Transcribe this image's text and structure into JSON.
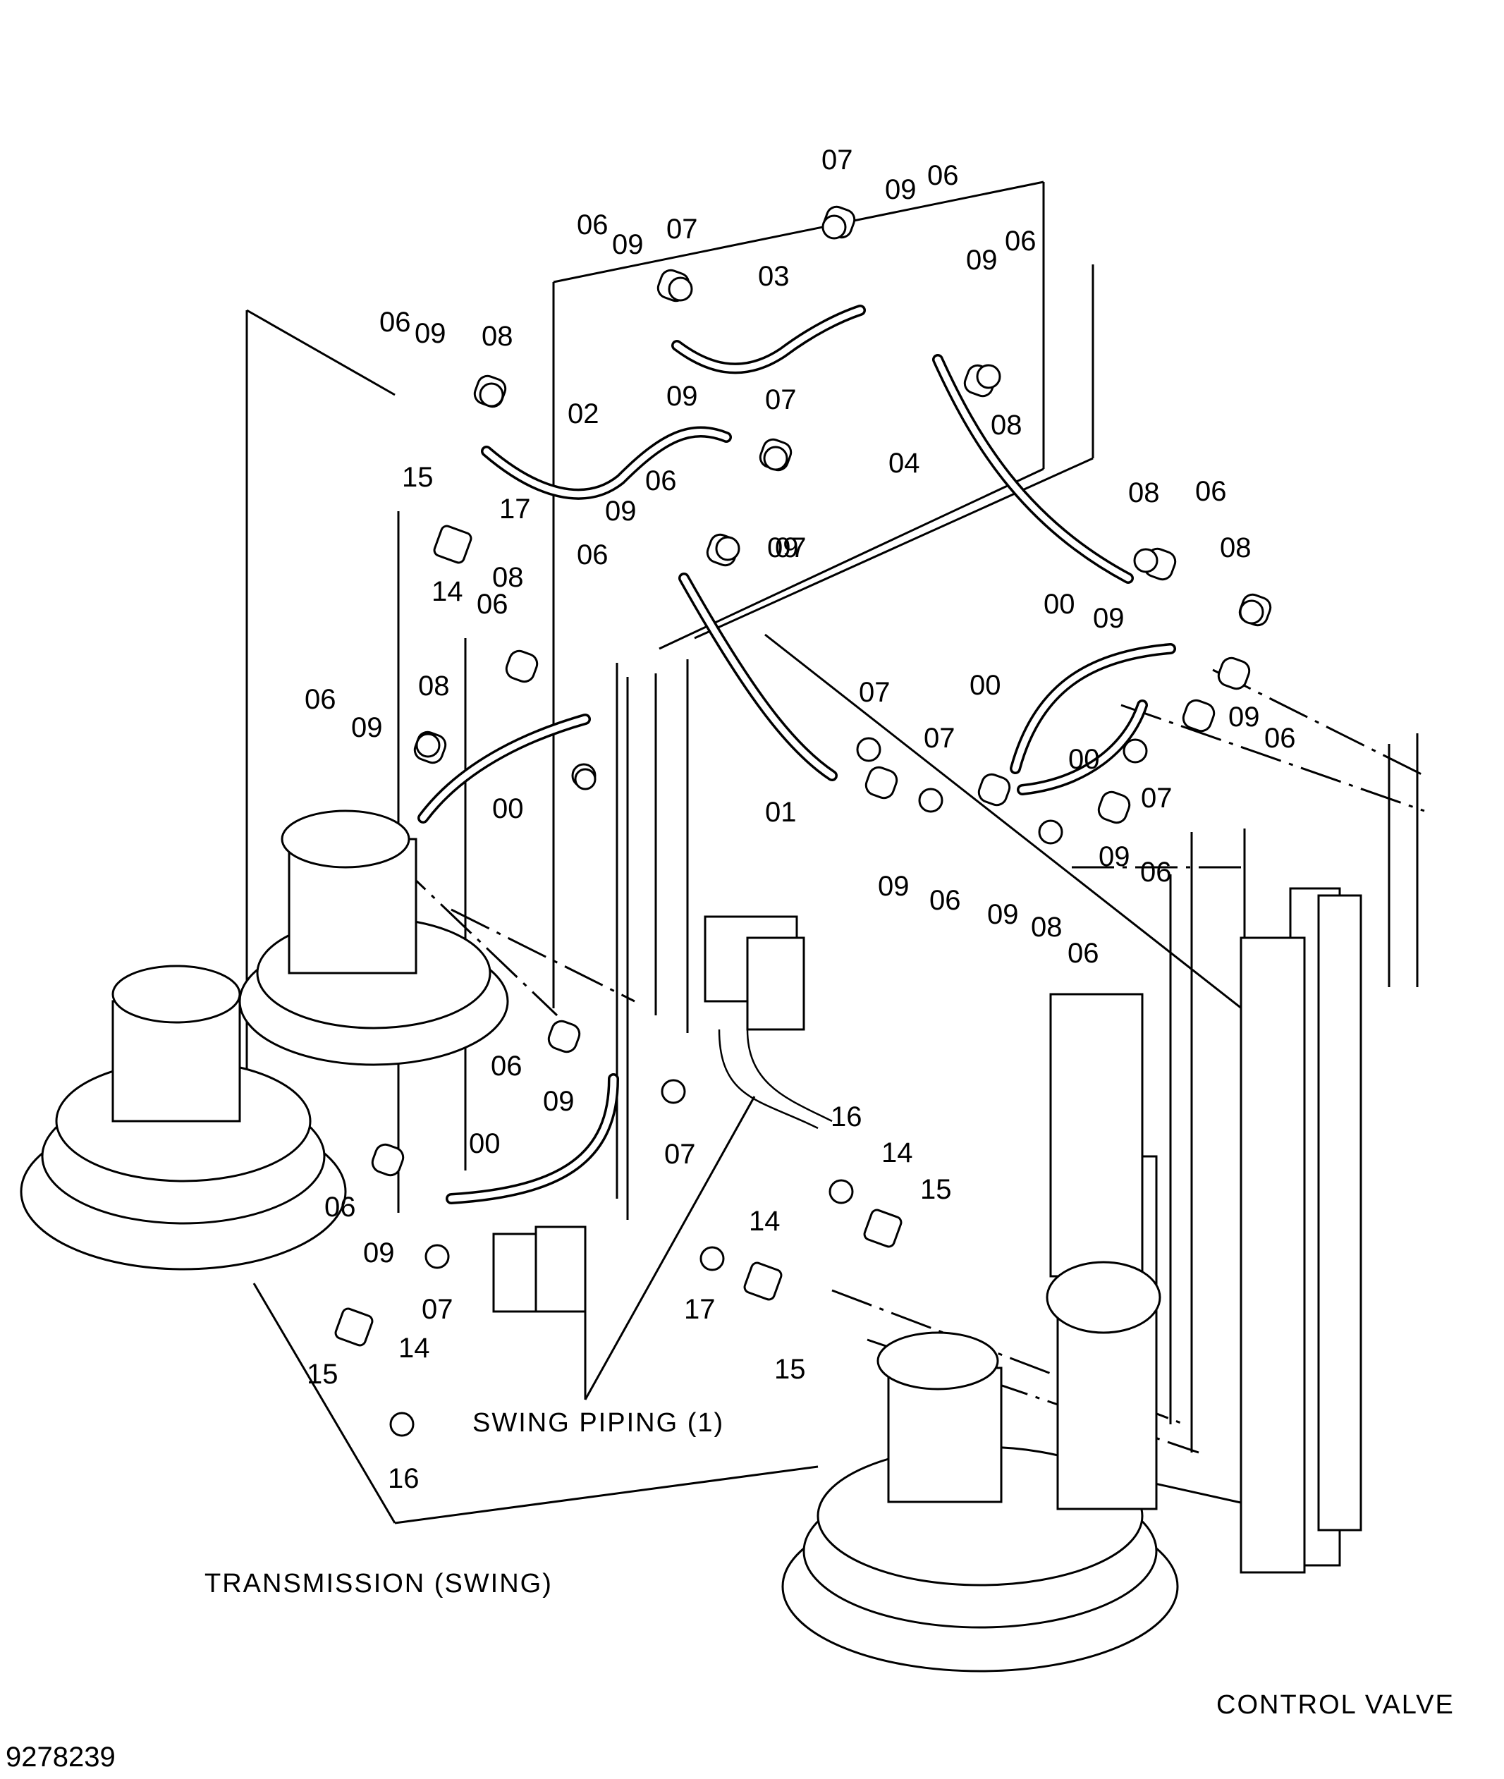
{
  "figure_number": "9278239",
  "assembly_captions": {
    "transmission": "TRANSMISSION (SWING)",
    "swing_piping": "SWING PIPING (1)",
    "control_valve": "CONTROL VALVE"
  },
  "part_labels": {
    "l1": "07",
    "l2": "09",
    "l3": "06",
    "l4": "06",
    "l5": "09",
    "l6": "07",
    "l7": "03",
    "l8": "09",
    "l9": "06",
    "l10": "06",
    "l11": "09",
    "l12": "08",
    "l13": "02",
    "l14": "09",
    "l15": "07",
    "l16": "08",
    "l17": "04",
    "l18": "15",
    "l19": "17",
    "l20": "14",
    "l21": "06",
    "l22": "09",
    "l23": "06",
    "l24": "09",
    "l25": "07",
    "l26": "08",
    "l27": "06",
    "l28": "08",
    "l29": "09",
    "l30": "06",
    "l31": "08",
    "l32": "00",
    "l33": "00",
    "l34": "08",
    "l35": "06",
    "l36": "09",
    "l37": "00",
    "l38": "09",
    "l39": "06",
    "l40": "07",
    "l41": "07",
    "l42": "00",
    "l43": "01",
    "l44": "07",
    "l45": "09",
    "l46": "06",
    "l47": "09",
    "l48": "08",
    "l49": "06",
    "l50": "09",
    "l51": "06",
    "l52": "06",
    "l53": "09",
    "l54": "07",
    "l55": "00",
    "l56": "06",
    "l57": "09",
    "l58": "07",
    "l59": "16",
    "l60": "14",
    "l61": "15",
    "l62": "14",
    "l63": "17",
    "l64": "15",
    "l65": "15",
    "l66": "14",
    "l67": "16"
  }
}
